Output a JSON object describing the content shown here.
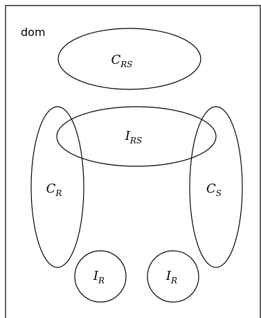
{
  "diagram": {
    "domain_label": "dom",
    "sets": {
      "c_rs": {
        "base": "C",
        "sub": "RS"
      },
      "i_rs": {
        "base": "I",
        "sub": "RS"
      },
      "c_r": {
        "base": "C",
        "sub": "R"
      },
      "c_s": {
        "base": "C",
        "sub": "S"
      },
      "i_r_left": {
        "base": "I",
        "sub": "R"
      },
      "i_r_right": {
        "base": "I",
        "sub": "R"
      }
    }
  }
}
